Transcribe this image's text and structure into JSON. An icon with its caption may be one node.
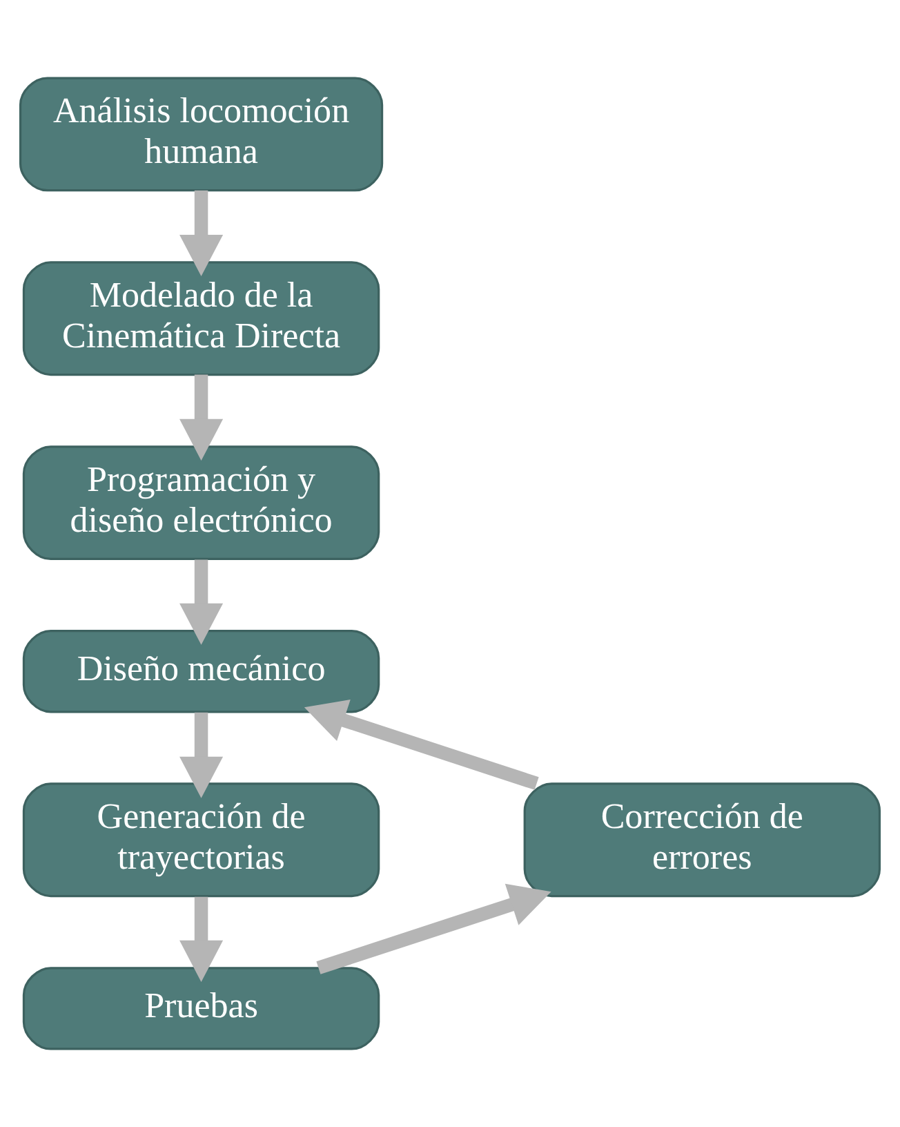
{
  "diagram": {
    "nodes": [
      {
        "text": [
          "Análisis locomoción humana"
        ]
      },
      {
        "text": [
          "Modelado de la Cinemática Directa"
        ]
      },
      {
        "text": [
          "Programación y diseño electrónico"
        ]
      },
      {
        "text": [
          "Diseño mecánico"
        ]
      },
      {
        "text": [
          "Corrección de errores"
        ]
      },
      {
        "text": [
          "Generación de trayectorias"
        ]
      },
      {
        "text": [
          "Pruebas"
        ]
      }
    ],
    "edges": [
      {
        "from": 0,
        "to": 1,
        "arrow": "to"
      },
      {
        "from": 1,
        "to": 2,
        "arrow": "to"
      },
      {
        "from": 2,
        "to": 3,
        "arrow": "to"
      },
      {
        "from": 3,
        "to": 5,
        "arrow": "to"
      },
      {
        "from": 5,
        "to": 6,
        "arrow": "to"
      },
      {
        "from": 6,
        "to": 4,
        "arrow": "to"
      },
      {
        "from": 4,
        "to": 3,
        "arrow": "to"
      }
    ]
  }
}
